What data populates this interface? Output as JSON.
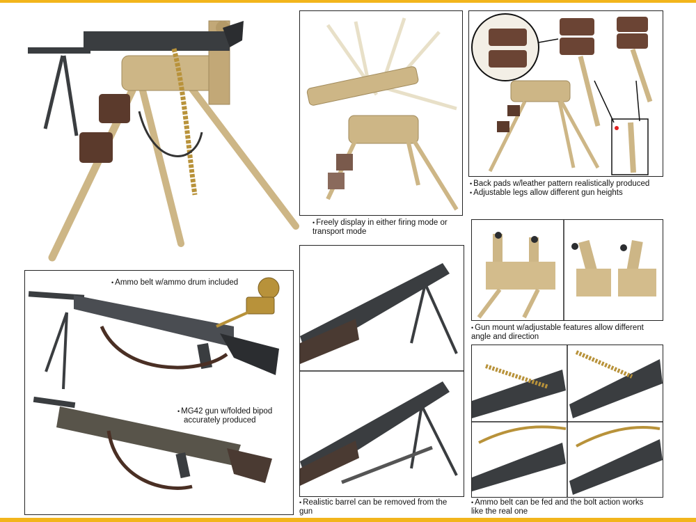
{
  "colors": {
    "accent_stripe": "#f2b51c",
    "tan": "#cdb686",
    "gun_dark": "#3a3d40",
    "leather": "#5b3a2c",
    "brass": "#b8923a"
  },
  "captions": {
    "firing_mode": [
      "Freely display in either firing mode or",
      "transport mode"
    ],
    "back_pads": "Back pads w/leather pattern realistically produced",
    "adjustable_legs": "Adjustable legs allow different gun heights",
    "ammo_belt_drum": "Ammo belt w/ammo drum included",
    "gun_mount": [
      "Gun mount w/adjustable features allow different",
      "angle and direction"
    ],
    "mg42_bipod": [
      "MG42 gun w/folded bipod",
      "accurately produced"
    ],
    "barrel_removed": [
      "Realistic barrel can be removed from the",
      "gun"
    ],
    "ammo_feed": [
      "Ammo belt can be fed and the bolt action works",
      "like the real one"
    ]
  },
  "icons": {
    "bullet": "•"
  }
}
